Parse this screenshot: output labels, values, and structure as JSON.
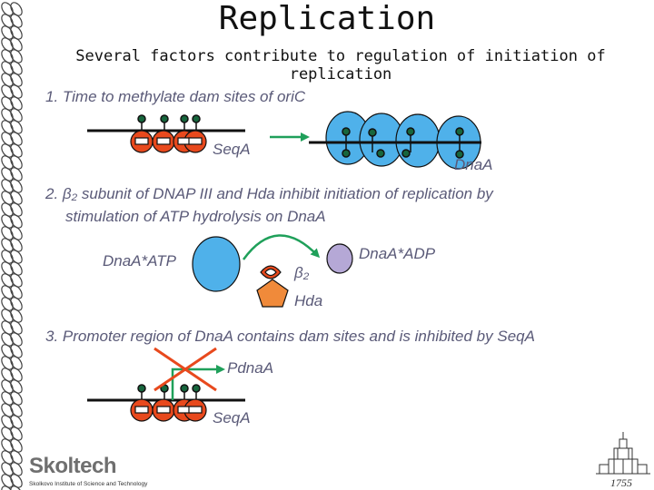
{
  "slide": {
    "title": "Replication",
    "subtitle": "Several factors contribute to regulation of initiation of replication"
  },
  "items": [
    {
      "text": "1. Time to methylate dam sites of oriC"
    },
    {
      "text_line1": "2. β₂ subunit of DNAP III and Hda inhibit initiation of replication by",
      "text_line2": "stimulation of ATP hydrolysis on DnaA"
    },
    {
      "text": "3. Promoter region of DnaA contains dam sites and is inhibited by SeqA"
    }
  ],
  "labels": {
    "seqa_1": "SeqA",
    "dnaa_1": "DnaA",
    "dnaa_atp": "DnaA*ATP",
    "dnaa_adp": "DnaA*ADP",
    "beta2": "β₂",
    "hda": "Hda",
    "pdnaa": "PdnaA",
    "seqa_3": "SeqA"
  },
  "logo": {
    "name": "Skoltech",
    "subtitle": "Skolkovo Institute of Science and Technology"
  },
  "year": "1755",
  "colors": {
    "text": "#5a5a78",
    "seqa_fill": "#e8491d",
    "dnaa_fill": "#4fb1ea",
    "dnaa_adp_fill": "#b5a8d6",
    "hda_fill": "#f08a3a",
    "arrow_green": "#1fa05a",
    "cross_red": "#e8491d",
    "methyl_green": "#17663d"
  },
  "icons": [
    "dna-line",
    "seqa-complex",
    "dnaa-complex",
    "beta2-clamp",
    "hda-pentagon",
    "promoter-arrow",
    "cross-mark",
    "skoltech-logo",
    "msu-building"
  ]
}
